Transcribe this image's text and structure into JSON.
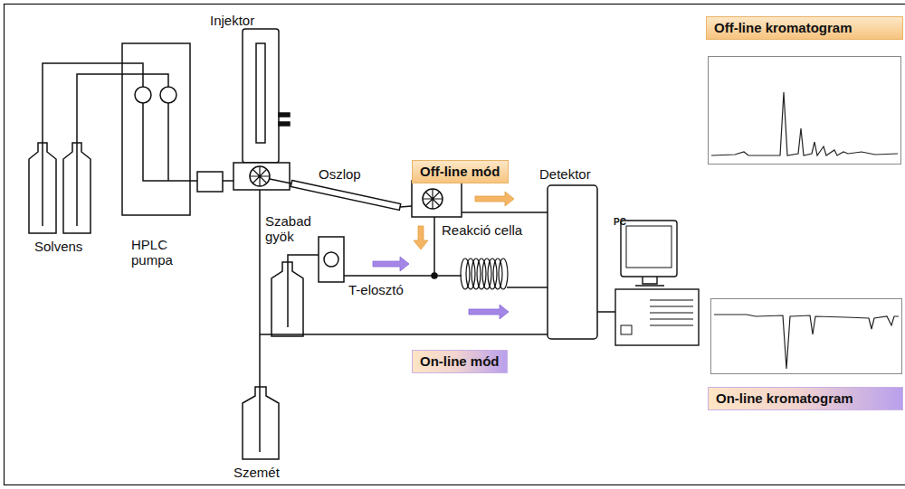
{
  "diagram": {
    "nodes": [
      {
        "text": [
          "Off-line kromatogram"
        ]
      },
      {
        "text": [
          "Off-line mód"
        ]
      },
      {
        "text": [
          "PC"
        ]
      },
      {
        "text": [
          "On-line mód"
        ]
      },
      {
        "text": [
          "On-line kromatogram"
        ]
      }
    ],
    "edges": [
      {
        "from": 2,
        "to": 0,
        "arrow": "to"
      },
      {
        "from": 2,
        "to": 4,
        "arrow": "to"
      }
    ],
    "labels": [
      "Injektor",
      "Oszlop",
      "Detektor",
      "Solvens",
      "HPLC pumpa",
      "Reakció cella",
      "Szabad gyök",
      "T-elosztó",
      "Szemét"
    ]
  }
}
